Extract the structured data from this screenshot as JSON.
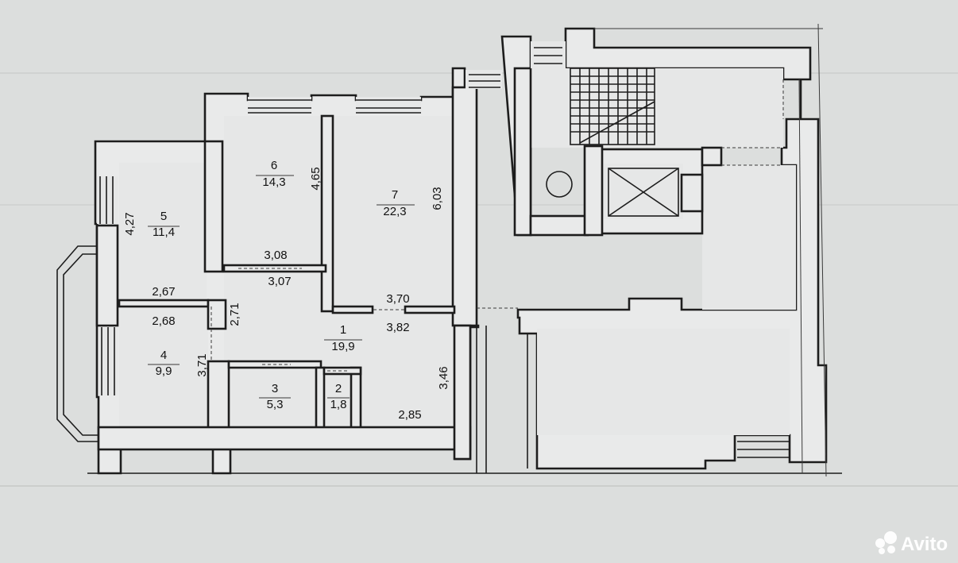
{
  "rooms": [
    {
      "number": "1",
      "area": "19,9"
    },
    {
      "number": "2",
      "area": "1,8"
    },
    {
      "number": "3",
      "area": "5,3"
    },
    {
      "number": "4",
      "area": "9,9"
    },
    {
      "number": "5",
      "area": "11,4"
    },
    {
      "number": "6",
      "area": "14,3"
    },
    {
      "number": "7",
      "area": "22,3"
    }
  ],
  "dimensions": [
    "4,27",
    "4,65",
    "6,03",
    "3,08",
    "3,07",
    "2,67",
    "2,68",
    "2,71",
    "3,70",
    "3,82",
    "3,71",
    "3,46",
    "2,85"
  ],
  "watermark": {
    "text": "Avito",
    "color": "#ffffff"
  },
  "colors": {
    "paper": "#dcdedd",
    "line": "#1d1d1d"
  }
}
